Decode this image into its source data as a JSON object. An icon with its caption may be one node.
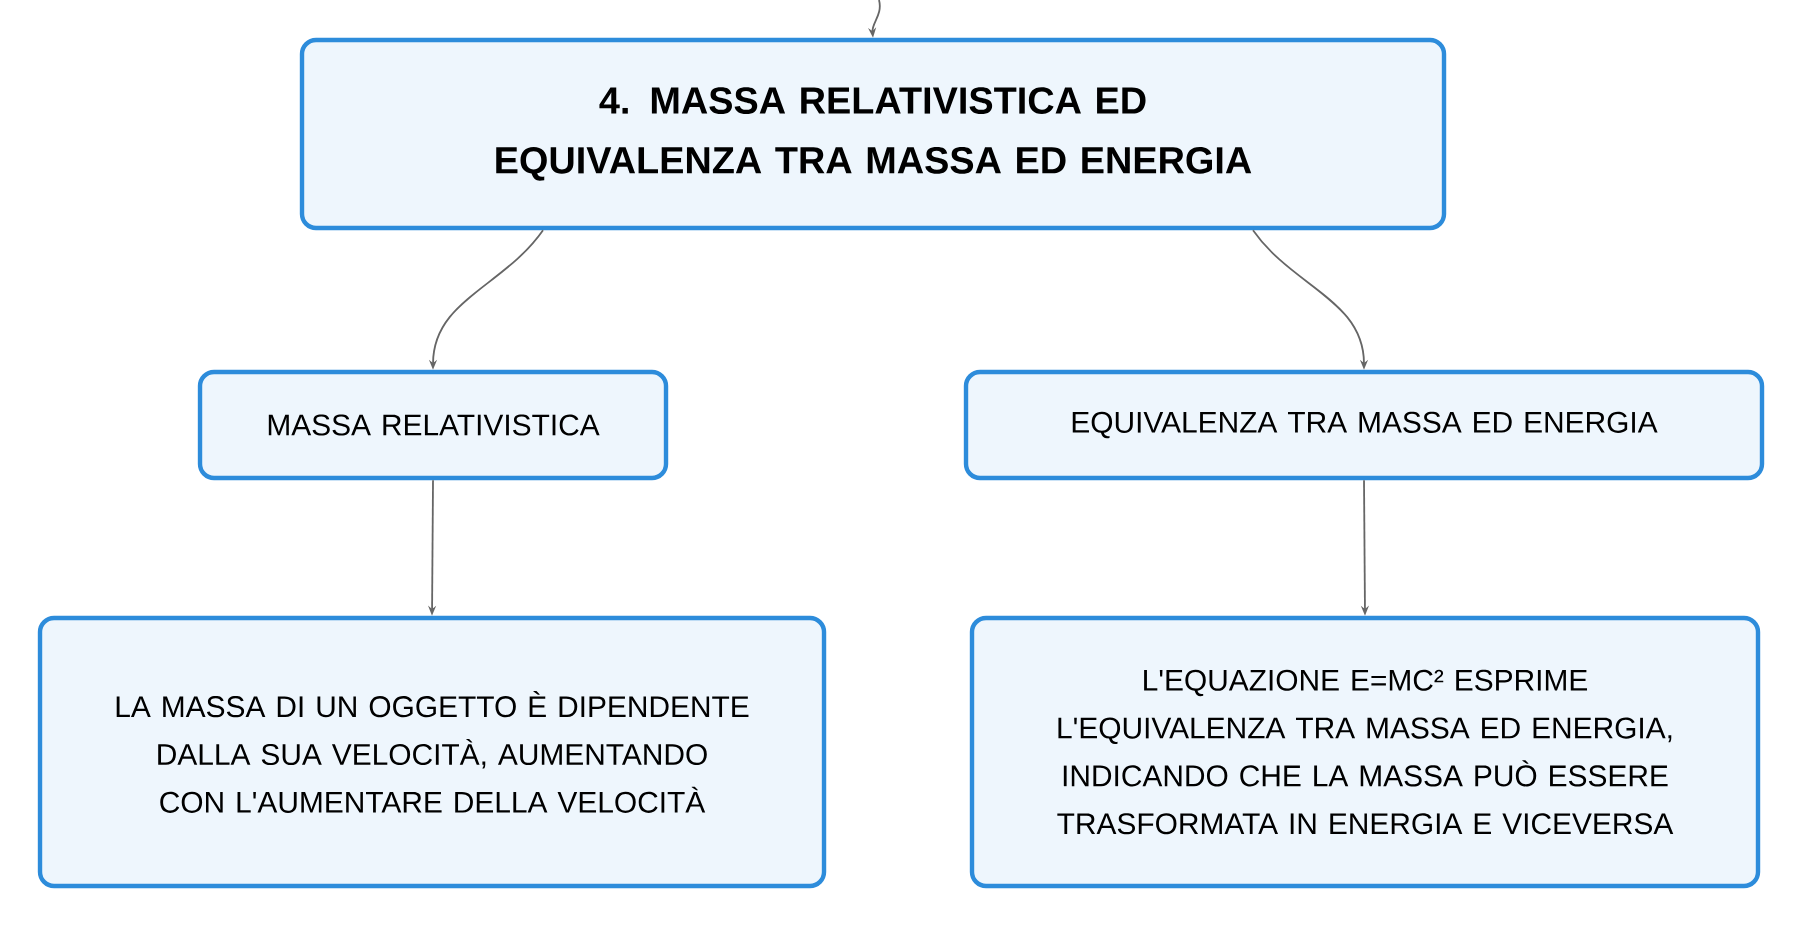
{
  "diagram": {
    "nodes": [
      {
        "text": [
          "4. MASSA RELATIVISTICA ED EQUIVALENZA TRA MASSA ED ENERGIA"
        ]
      },
      {
        "text": [
          "MASSA RELATIVISTICA"
        ]
      },
      {
        "text": [
          "EQUIVALENZA TRA MASSA ED ENERGIA"
        ]
      },
      {
        "text": [
          "LA MASSA DI UN OGGETTO È DIPENDENTE DALLA SUA VELOCITÀ, AUMENTANDO CON L'AUMENTARE DELLA VELOCITÀ"
        ]
      },
      {
        "text": [
          "L'EQUAZIONE E=MC² ESPRIME L'EQUIVALENZA TRA MASSA ED ENERGIA, INDICANDO CHE LA MASSA PUÒ ESSERE TRASFORMATA IN ENERGIA E VICEVERSA"
        ]
      }
    ],
    "edges": [
      {
        "from": null,
        "to": 0,
        "arrow": "to"
      },
      {
        "from": 0,
        "to": 1,
        "arrow": "to"
      },
      {
        "from": 0,
        "to": 2,
        "arrow": "to"
      },
      {
        "from": 1,
        "to": 3,
        "arrow": "to"
      },
      {
        "from": 2,
        "to": 4,
        "arrow": "to"
      }
    ]
  }
}
